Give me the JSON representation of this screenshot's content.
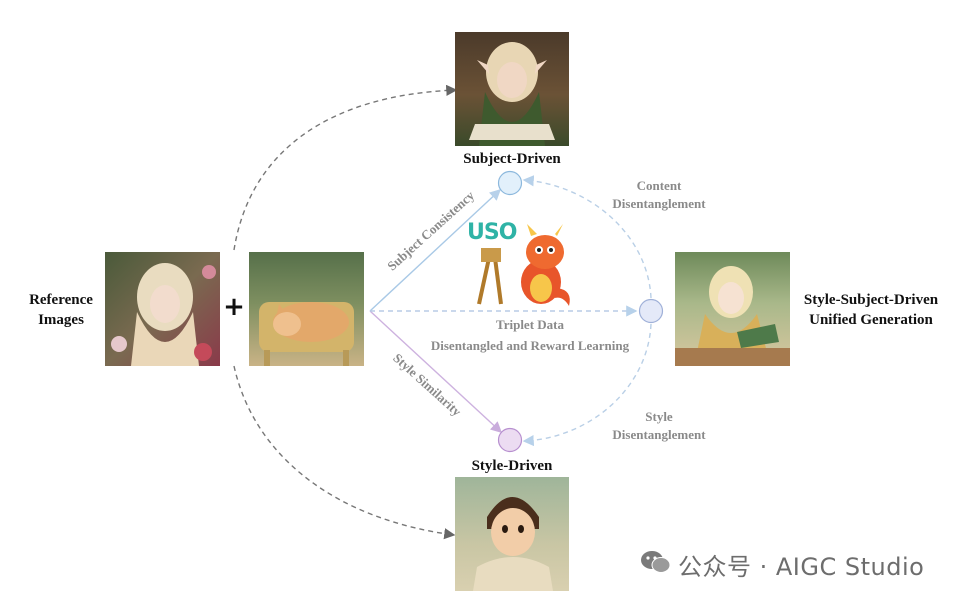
{
  "labels": {
    "subject_driven": "Subject-Driven",
    "style_driven": "Style-Driven",
    "reference_images": "Reference Images",
    "unified": "Style-Subject-Driven Unified Generation",
    "plus": "+"
  },
  "arrows": {
    "subject_consistency": "Subject Consistency",
    "style_similarity": "Style Similarity",
    "content_disentanglement": "Content Disentanglement",
    "style_disentanglement": "Style Disentanglement",
    "triplet_data": "Triplet Data",
    "disentangled_reward": "Disentangled and Reward Learning"
  },
  "logo": {
    "text": "USO"
  },
  "watermark": {
    "text": "公众号 · AIGC Studio"
  },
  "colors": {
    "subject_node": "#e2f0fb",
    "unified_node": "#e4e9f8",
    "style_node": "#ecdcf2",
    "blue_line": "#a9c9e6",
    "purple_line": "#cdb2df",
    "dashed_gray": "#777777"
  }
}
